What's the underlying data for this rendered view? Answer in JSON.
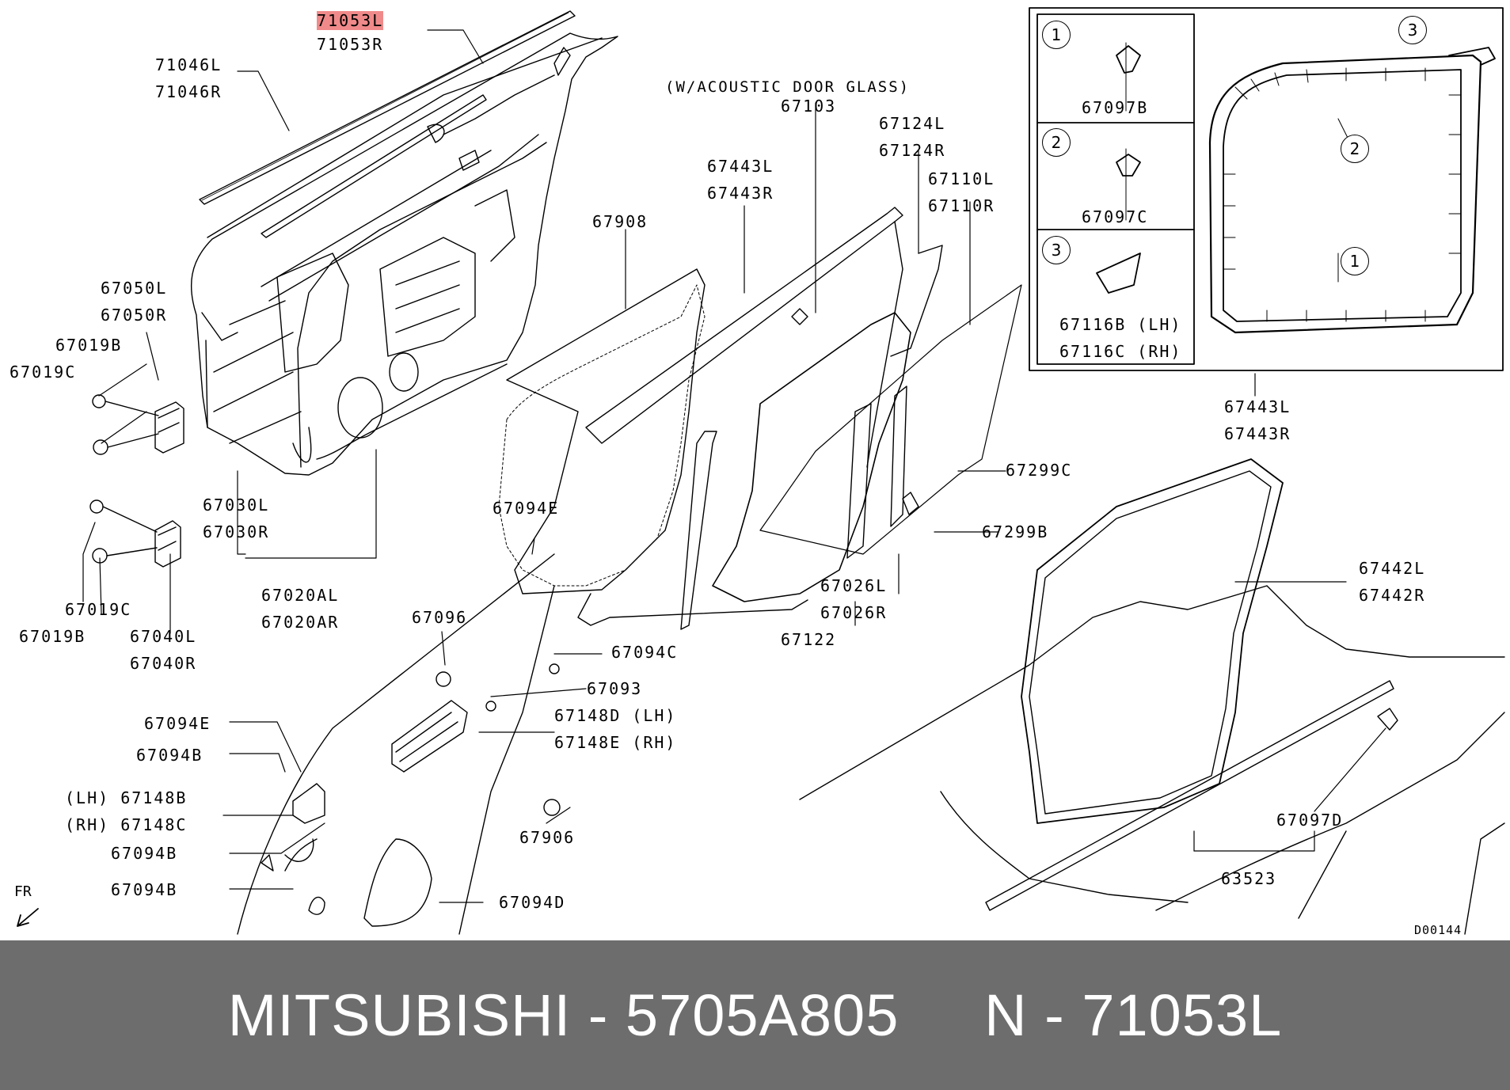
{
  "labels": {
    "p71053L": "71053L",
    "p71053R": "71053R",
    "p71046L": "71046L",
    "p71046R": "71046R",
    "acoustic": "(W/ACOUSTIC DOOR GLASS)",
    "p67103": "67103",
    "p67124L": "67124L",
    "p67124R": "67124R",
    "p67443L_top": "67443L",
    "p67443R_top": "67443R",
    "p67110L": "67110L",
    "p67110R": "67110R",
    "p67908": "67908",
    "p67050L": "67050L",
    "p67050R": "67050R",
    "p67019B_top": "67019B",
    "p67019C_top": "67019C",
    "p67030L": "67030L",
    "p67030R": "67030R",
    "p67020AL": "67020AL",
    "p67020AR": "67020AR",
    "p67019C_bot": "67019C",
    "p67019B_bot": "67019B",
    "p67040L": "67040L",
    "p67040R": "67040R",
    "p67094E_top": "67094E",
    "p67096": "67096",
    "p67094C": "67094C",
    "p67093": "67093",
    "p67148D": "67148D (LH)",
    "p67148E": "67148E (RH)",
    "p67094E_left": "67094E",
    "p67094B_1": "67094B",
    "p67148B": "(LH) 67148B",
    "p67148C": "(RH) 67148C",
    "p67094B_2": "67094B",
    "p67094B_3": "67094B",
    "p67906": "67906",
    "p67094D": "67094D",
    "p67299C": "67299C",
    "p67299B": "67299B",
    "p67026L": "67026L",
    "p67026R": "67026R",
    "p67122": "67122",
    "p67443L_right": "67443L",
    "p67443R_right": "67443R",
    "p67442L": "67442L",
    "p67442R": "67442R",
    "p67097D": "67097D",
    "p63523": "63523",
    "inset_67097B": "67097B",
    "inset_67097C": "67097C",
    "inset_67116B": "67116B (LH)",
    "inset_67116C": "67116C (RH)",
    "c1": "1",
    "c2": "2",
    "c3": "3",
    "fr": "FR",
    "ref": "D00144"
  },
  "footer": {
    "text": "MITSUBISHI - 5705A805     N - 71053L"
  },
  "highlight_color": "#f08a8a"
}
